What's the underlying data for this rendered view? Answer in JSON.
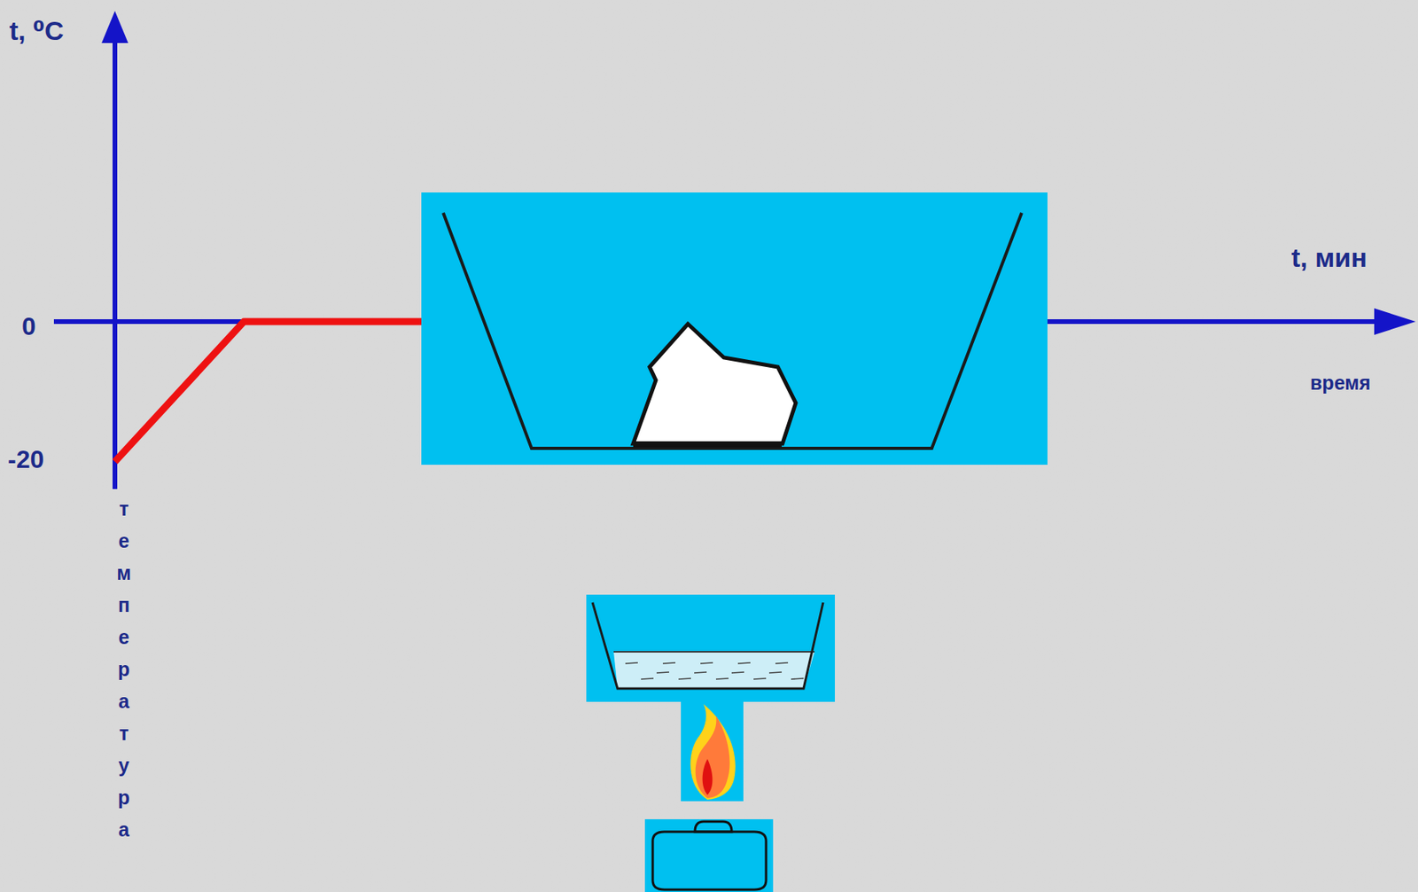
{
  "diagram": {
    "labels": [
      "t, ⁰C",
      "t, мин",
      "0",
      "-20",
      "время",
      "температура"
    ]
  }
}
